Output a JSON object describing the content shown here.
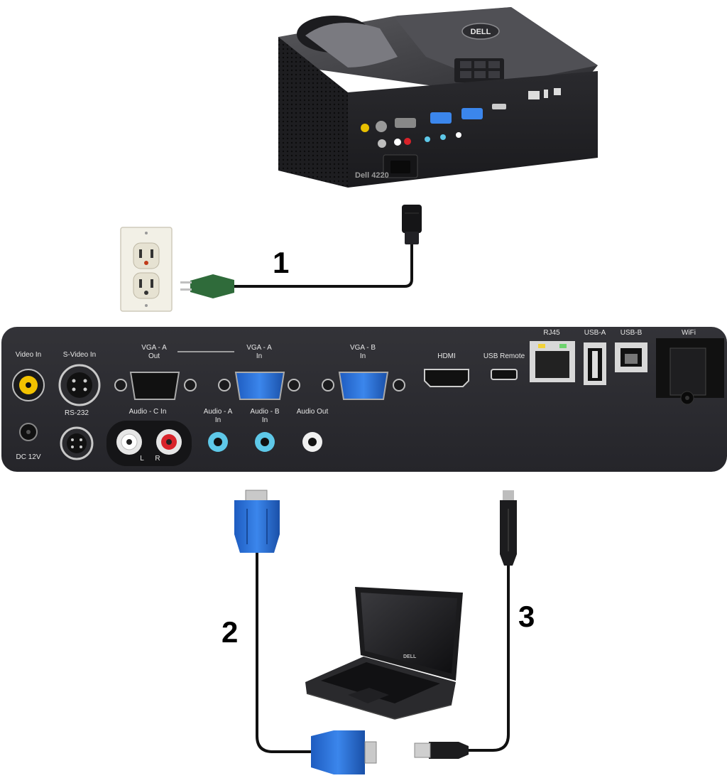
{
  "callouts": {
    "power_cable": "1",
    "vga_cable": "2",
    "usb_cable": "3"
  },
  "projector": {
    "model_label": "Dell 4220",
    "logo": "DELL"
  },
  "laptop": {
    "logo": "DELL"
  },
  "ports": {
    "video_in": "Video In",
    "s_video_in": "S-Video In",
    "vga_a_out_1": "VGA - A",
    "vga_a_out_2": "Out",
    "vga_a_in_1": "VGA - A",
    "vga_a_in_2": "In",
    "vga_b_in_1": "VGA - B",
    "vga_b_in_2": "In",
    "hdmi": "HDMI",
    "usb_remote": "USB Remote",
    "rj45": "RJ45",
    "usb_a": "USB-A",
    "usb_b": "USB-B",
    "wifi": "WiFi",
    "rs232": "RS-232",
    "audio_c_in": "Audio - C In",
    "audio_a_in_1": "Audio - A",
    "audio_a_in_2": "In",
    "audio_b_in_1": "Audio - B",
    "audio_b_in_2": "In",
    "audio_out": "Audio Out",
    "audio_l": "L",
    "audio_r": "R",
    "dc_12v": "DC 12V"
  },
  "colors": {
    "panel": "#2b2b30",
    "vga_blue": "#2a6fd6",
    "rca_yellow": "#f2c200",
    "rca_red": "#d8232a",
    "audio_cyan": "#5ec8e8",
    "outlet": "#f2f0e6",
    "plug_green": "#2f6b3a"
  }
}
